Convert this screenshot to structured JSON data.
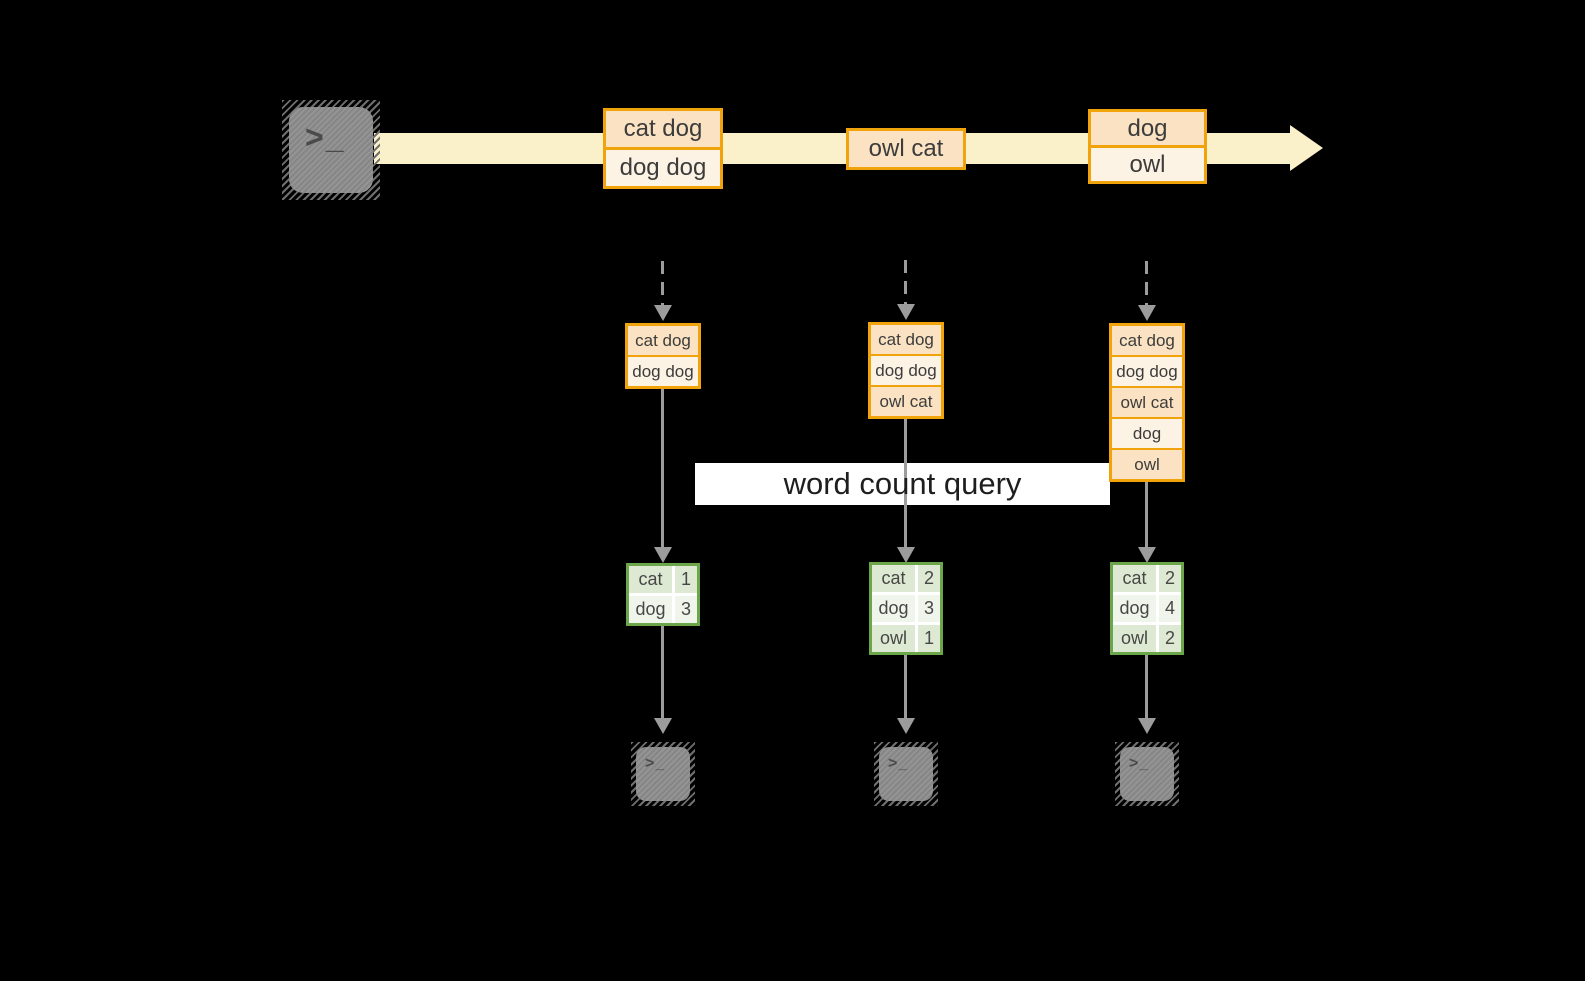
{
  "query_banner": {
    "label": "word count query"
  },
  "icons": {
    "terminal_glyph": ">_",
    "stream_arrow": "right-arrow",
    "flow_arrow": "down-arrow"
  },
  "stream": {
    "batches": [
      {
        "lines": [
          "cat dog",
          "dog dog"
        ]
      },
      {
        "lines": [
          "owl cat"
        ]
      },
      {
        "lines": [
          "dog",
          "owl"
        ]
      }
    ]
  },
  "columns": [
    {
      "input_lines": [
        "cat dog",
        "dog dog"
      ],
      "counts": [
        {
          "word": "cat",
          "count": 1
        },
        {
          "word": "dog",
          "count": 3
        }
      ]
    },
    {
      "input_lines": [
        "cat dog",
        "dog dog",
        "owl cat"
      ],
      "counts": [
        {
          "word": "cat",
          "count": 2
        },
        {
          "word": "dog",
          "count": 3
        },
        {
          "word": "owl",
          "count": 1
        }
      ]
    },
    {
      "input_lines": [
        "cat dog",
        "dog dog",
        "owl cat",
        "dog",
        "owl"
      ],
      "counts": [
        {
          "word": "cat",
          "count": 2
        },
        {
          "word": "dog",
          "count": 4
        },
        {
          "word": "owl",
          "count": 2
        }
      ]
    }
  ],
  "colors": {
    "background": "#000000",
    "accent_amber": "#f0a30a",
    "fill_peach": "#fae2c2",
    "fill_cream": "#fdf3e4",
    "stream_fill": "#faf0ca",
    "green_border": "#6ca64a",
    "green_cell_dark": "#dde9d2",
    "green_cell_light": "#eff5ea",
    "arrow_gray": "#9c9c9c",
    "banner_bg": "#ffffff",
    "terminal_gray": "#8d8d8d"
  }
}
